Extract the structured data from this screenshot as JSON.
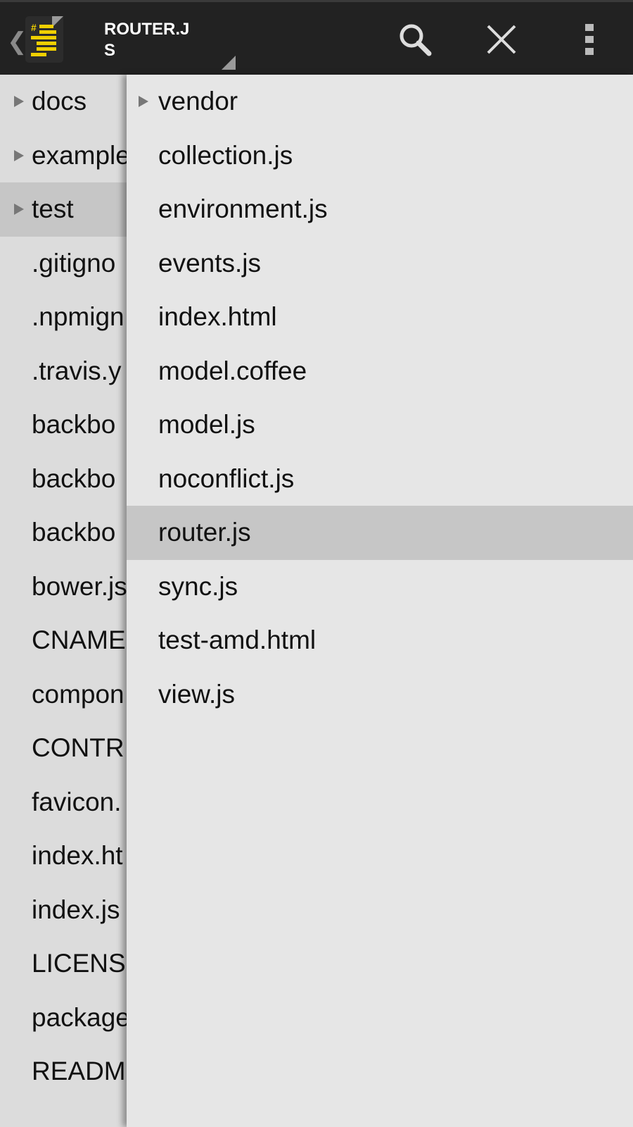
{
  "header": {
    "title": "ROUTER.JS",
    "icons": [
      "back-chevron-icon",
      "app-icon",
      "search-icon",
      "close-icon",
      "overflow-menu-icon"
    ]
  },
  "left_list": [
    {
      "label": "docs",
      "folder": true
    },
    {
      "label": "example",
      "folder": true
    },
    {
      "label": "test",
      "folder": true,
      "selected": true
    },
    {
      "label": ".gitigno"
    },
    {
      "label": ".npmign"
    },
    {
      "label": ".travis.y"
    },
    {
      "label": "backbo"
    },
    {
      "label": "backbo"
    },
    {
      "label": "backbo"
    },
    {
      "label": "bower.js"
    },
    {
      "label": "CNAME"
    },
    {
      "label": "compon"
    },
    {
      "label": "CONTR"
    },
    {
      "label": "favicon."
    },
    {
      "label": "index.ht"
    },
    {
      "label": "index.js"
    },
    {
      "label": "LICENS"
    },
    {
      "label": "package"
    },
    {
      "label": "READM"
    }
  ],
  "right_list": [
    {
      "label": "vendor",
      "folder": true
    },
    {
      "label": "collection.js"
    },
    {
      "label": "environment.js"
    },
    {
      "label": "events.js"
    },
    {
      "label": "index.html"
    },
    {
      "label": "model.coffee"
    },
    {
      "label": "model.js"
    },
    {
      "label": "noconflict.js"
    },
    {
      "label": "router.js",
      "selected": true
    },
    {
      "label": "sync.js"
    },
    {
      "label": "test-amd.html"
    },
    {
      "label": "view.js"
    }
  ],
  "colors": {
    "header": "#222222",
    "accent": "#f0d000",
    "selected": "#c6c6c6"
  }
}
